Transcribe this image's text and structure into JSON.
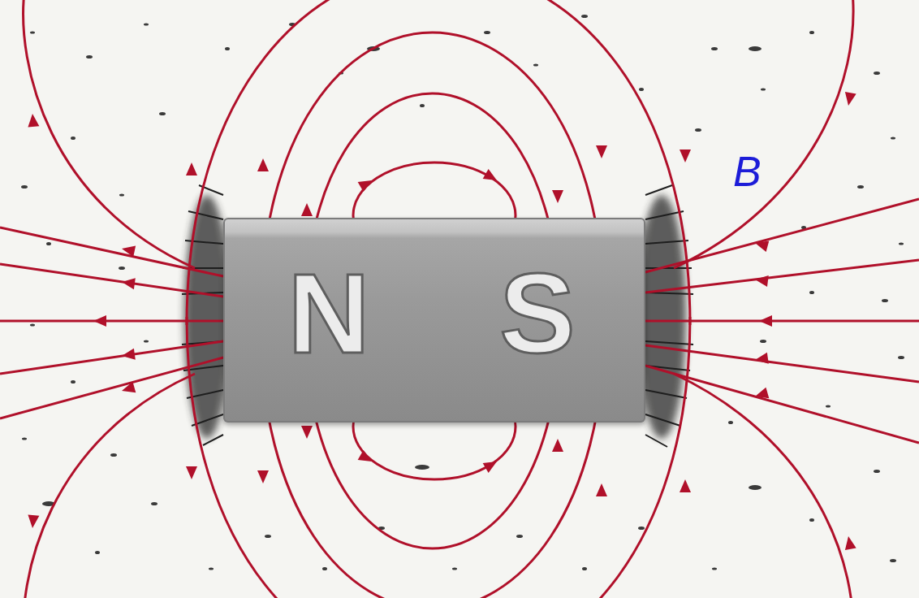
{
  "diagram": {
    "nodes": [
      {
        "text": [
          "N",
          "S"
        ]
      }
    ],
    "labels": [
      "B"
    ]
  }
}
